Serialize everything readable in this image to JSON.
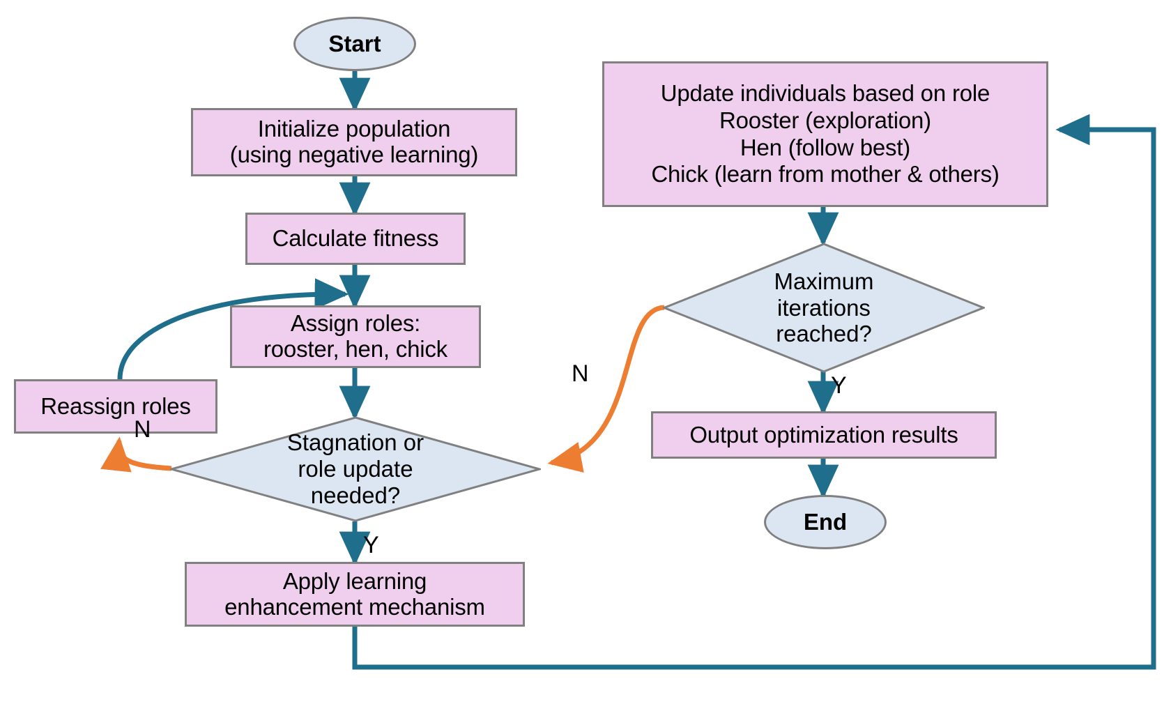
{
  "diagram": {
    "title": "Chicken Swarm Optimization algorithm flowchart",
    "colors": {
      "process_fill": "#F0CEEE",
      "decision_fill": "#DCE6F2",
      "terminator_fill": "#DCE6F2",
      "node_border": "#808080",
      "flow_arrow": "#1F6E8C",
      "feedback_arrow": "#ED7D31",
      "text": "#000000",
      "background": "#FFFFFF"
    }
  },
  "nodes": {
    "start": {
      "label": "Start",
      "shape": "terminator"
    },
    "initialize": {
      "label": "Initialize population\n(using negative learning)",
      "shape": "process"
    },
    "calculate_fitness": {
      "label": "Calculate fitness",
      "shape": "process"
    },
    "assign_roles": {
      "label": "Assign roles:\nrooster, hen, chick",
      "shape": "process"
    },
    "reassign_roles": {
      "label": "Reassign roles",
      "shape": "process"
    },
    "stagnation_decision": {
      "label": "Stagnation or\nrole update\nneeded?",
      "shape": "decision"
    },
    "apply_learning": {
      "label": "Apply learning\nenhancement mechanism",
      "shape": "process"
    },
    "update_individuals": {
      "label": "Update individuals based on role\nRooster (exploration)\nHen (follow best)\nChick (learn from mother & others)",
      "shape": "process"
    },
    "max_iterations_decision": {
      "label": "Maximum\niterations\nreached?",
      "shape": "decision"
    },
    "output_results": {
      "label": "Output optimization results",
      "shape": "process"
    },
    "end": {
      "label": "End",
      "shape": "terminator"
    }
  },
  "edge_labels": {
    "stagnation_no": "N",
    "stagnation_yes": "Y",
    "max_iterations_no": "N",
    "max_iterations_yes": "Y"
  },
  "edges": [
    {
      "from": "start",
      "to": "initialize",
      "label": "",
      "color": "#1F6E8C"
    },
    {
      "from": "initialize",
      "to": "calculate_fitness",
      "label": "",
      "color": "#1F6E8C"
    },
    {
      "from": "calculate_fitness",
      "to": "assign_roles",
      "label": "",
      "color": "#1F6E8C"
    },
    {
      "from": "assign_roles",
      "to": "stagnation_decision",
      "label": "",
      "color": "#1F6E8C"
    },
    {
      "from": "stagnation_decision",
      "to": "reassign_roles",
      "label": "N",
      "color": "#ED7D31"
    },
    {
      "from": "reassign_roles",
      "to": "assign_roles",
      "label": "",
      "color": "#1F6E8C"
    },
    {
      "from": "stagnation_decision",
      "to": "apply_learning",
      "label": "Y",
      "color": "#1F6E8C"
    },
    {
      "from": "apply_learning",
      "to": "update_individuals",
      "label": "",
      "color": "#1F6E8C"
    },
    {
      "from": "update_individuals",
      "to": "max_iterations_decision",
      "label": "",
      "color": "#1F6E8C"
    },
    {
      "from": "max_iterations_decision",
      "to": "stagnation_decision",
      "label": "N",
      "color": "#ED7D31"
    },
    {
      "from": "max_iterations_decision",
      "to": "output_results",
      "label": "Y",
      "color": "#1F6E8C"
    },
    {
      "from": "output_results",
      "to": "end",
      "label": "",
      "color": "#1F6E8C"
    }
  ]
}
